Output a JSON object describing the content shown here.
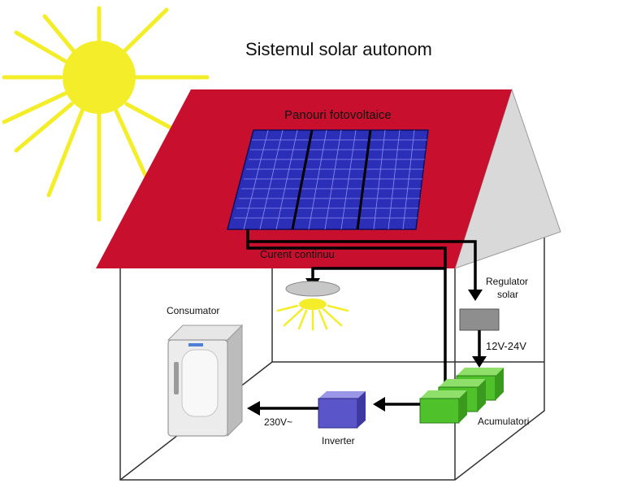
{
  "title": "Sistemul solar autonom",
  "labels": {
    "panels": "Panouri fotovoltaice",
    "dc": "Curent continuu",
    "regulator_line1": "Regulator",
    "regulator_line2": "solar",
    "voltage_dc": "12V-24V",
    "consumer": "Consumator",
    "batteries": "Acumulatori",
    "inverter": "Inverter",
    "voltage_ac": "230V~"
  },
  "colors": {
    "sun": "#f4ee2a",
    "roof": "#c8102e",
    "gable": "#d9d9d9",
    "panel": "#2b2fb8",
    "battery": "#4fc22b",
    "inverter": "#5a55c8",
    "regulator": "#8e8e8e",
    "wire": "#000000"
  }
}
